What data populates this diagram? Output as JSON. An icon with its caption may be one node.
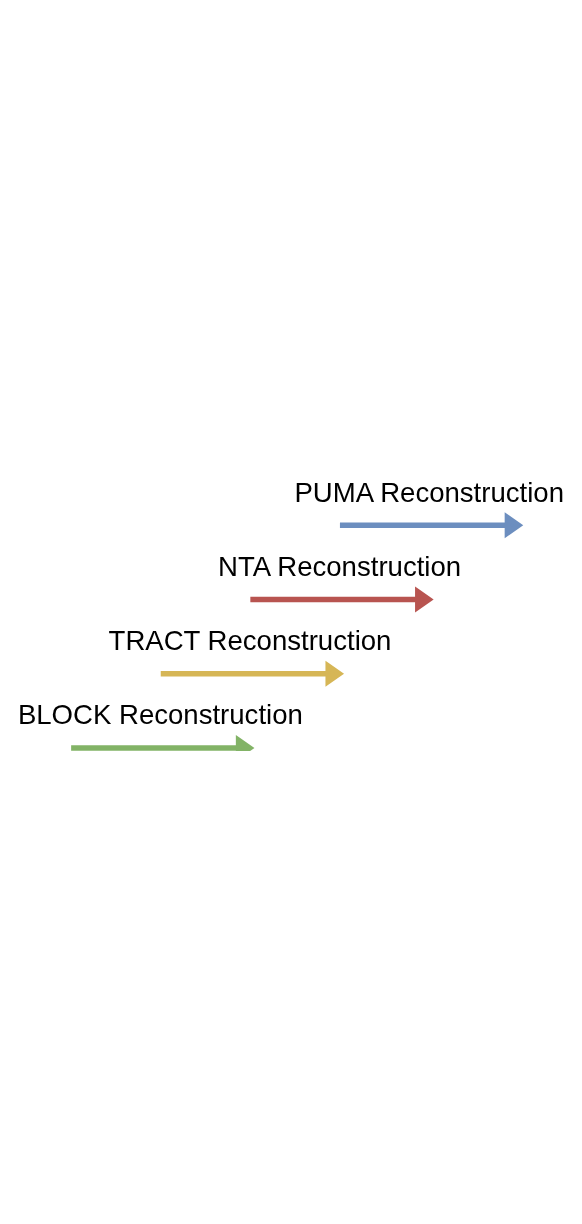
{
  "diagram": {
    "legend": [
      {
        "text": "PUMA Reconstruction",
        "color": "#6c8ebf"
      },
      {
        "text": "NTA Reconstruction",
        "color": "#b85450"
      },
      {
        "text": "TRACT Reconstruction",
        "color": "#d6b656"
      },
      {
        "text": "BLOCK Reconstruction",
        "color": "#82b366"
      }
    ]
  }
}
